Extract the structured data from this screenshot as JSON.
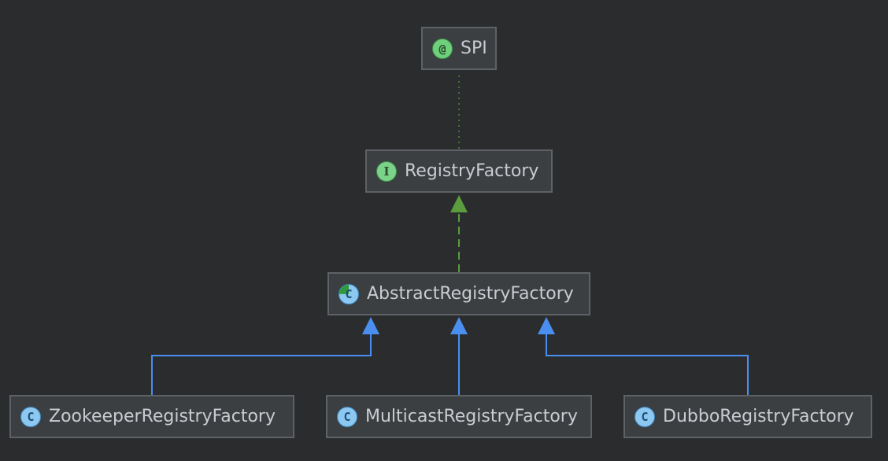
{
  "nodes": {
    "spi": {
      "label": "SPI",
      "icon_glyph": "@",
      "icon": "annotation-icon",
      "kind": "annotation"
    },
    "registry_factory": {
      "label": "RegistryFactory",
      "icon_glyph": "I",
      "icon": "interface-icon",
      "kind": "interface"
    },
    "abstract_registry_factory": {
      "label": "AbstractRegistryFactory",
      "icon_glyph": "C",
      "icon": "abstract-class-icon",
      "kind": "abstract class"
    },
    "zookeeper_registry_factory": {
      "label": "ZookeeperRegistryFactory",
      "icon_glyph": "C",
      "icon": "class-icon",
      "kind": "class"
    },
    "multicast_registry_factory": {
      "label": "MulticastRegistryFactory",
      "icon_glyph": "C",
      "icon": "class-icon",
      "kind": "class"
    },
    "dubbo_registry_factory": {
      "label": "DubboRegistryFactory",
      "icon_glyph": "C",
      "icon": "class-icon",
      "kind": "class"
    }
  },
  "edges": [
    {
      "from": "spi",
      "to": "registry_factory",
      "style": "dotted",
      "color": "#4e8a3a",
      "relation": "annotated-by"
    },
    {
      "from": "abstract_registry_factory",
      "to": "registry_factory",
      "style": "dashed",
      "color": "#5a9c3e",
      "relation": "implements"
    },
    {
      "from": "zookeeper_registry_factory",
      "to": "abstract_registry_factory",
      "style": "solid",
      "color": "#4a8ef0",
      "relation": "extends"
    },
    {
      "from": "multicast_registry_factory",
      "to": "abstract_registry_factory",
      "style": "solid",
      "color": "#4a8ef0",
      "relation": "extends"
    },
    {
      "from": "dubbo_registry_factory",
      "to": "abstract_registry_factory",
      "style": "solid",
      "color": "#4a8ef0",
      "relation": "extends"
    }
  ],
  "colors": {
    "background": "#2b2c2e",
    "node_fill": "#3c3f41",
    "node_border": "#5e6165",
    "text": "#c9ccd0",
    "implements": "#5a9c3e",
    "extends": "#4a8ef0",
    "annotation_link": "#4e8a3a"
  }
}
